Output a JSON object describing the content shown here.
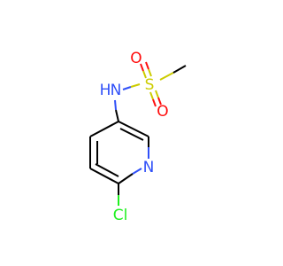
{
  "molecule": {
    "atoms": {
      "oxygen_top": {
        "symbol": "O",
        "color": "#ff0d0d"
      },
      "oxygen_bottom": {
        "symbol": "O",
        "color": "#ff0d0d"
      },
      "sulfur": {
        "symbol": "S",
        "color": "#cccc00"
      },
      "amine_nitrogen": {
        "symbol": "N",
        "hydrogen": "H",
        "color": "#3050f8"
      },
      "pyridine_nitrogen": {
        "symbol": "N",
        "color": "#3050f8"
      },
      "chlorine": {
        "symbol": "Cl",
        "color": "#1ff01f"
      }
    },
    "bond_color": "#000000"
  }
}
